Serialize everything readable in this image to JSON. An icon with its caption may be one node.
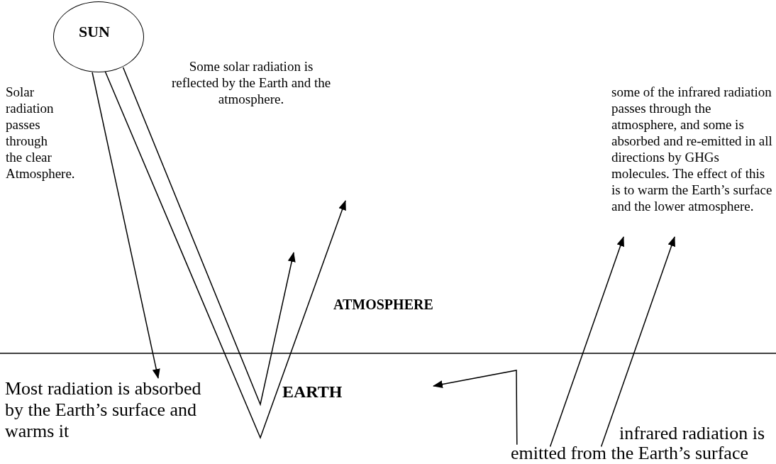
{
  "diagram": {
    "nodes": [
      {
        "text": [
          "SUN"
        ]
      },
      {
        "text": [
          "some of the infrared radiation passes through the atmosphere, and some is absorbed and re-emitted in all directions by GHGs molecules. The effect of this is to warm the Earth’s surface and the lower atmosphere."
        ]
      },
      {
        "text": [
          "Most radiation is absorbed by the Earth’s surface and warms it"
        ]
      },
      {
        "text": [
          "infrared radiation is",
          "emitted from the Earth’s surface"
        ]
      }
    ],
    "edges": [
      {
        "from": 0,
        "to": 2,
        "arrow": "to"
      },
      {
        "from": 0,
        "to": null,
        "arrow": "to"
      },
      {
        "from": 0,
        "to": null,
        "arrow": "to"
      },
      {
        "from": 3,
        "to": null,
        "arrow": "to"
      },
      {
        "from": 3,
        "to": 1,
        "arrow": "to"
      },
      {
        "from": 3,
        "to": 1,
        "arrow": "to"
      }
    ],
    "labels": [
      "Solar radiation passes through the clear Atmosphere.",
      "Some solar radiation is reflected by the Earth and the atmosphere.",
      "ATMOSPHERE",
      "EARTH"
    ]
  }
}
